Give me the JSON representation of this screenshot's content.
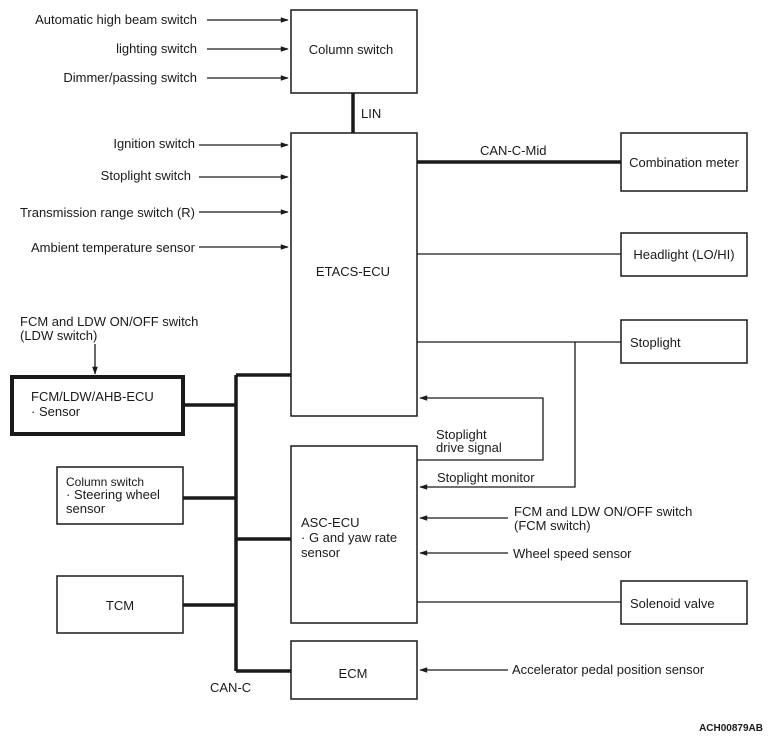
{
  "boxes": {
    "column_switch": "Column switch",
    "etacs_ecu": "ETACS-ECU",
    "combination_meter": "Combination meter",
    "headlight": "Headlight (LO/HI)",
    "stoplight": "Stoplight",
    "fcm_ecu_title": "FCM/LDW/AHB-ECU",
    "fcm_ecu_sub": "· Sensor",
    "column_switch_sws_title": "Column switch",
    "column_switch_sws_line2": "· Steering wheel",
    "column_switch_sws_line3": "sensor",
    "asc_ecu_line1": "ASC-ECU",
    "asc_ecu_line2": "· G and yaw rate",
    "asc_ecu_line3": "sensor",
    "tcm": "TCM",
    "ecm": "ECM",
    "solenoid_valve": "Solenoid valve"
  },
  "inputs": {
    "auto_high_beam": "Automatic high beam switch",
    "lighting_switch": "lighting switch",
    "dimmer_passing": "Dimmer/passing switch",
    "ignition": "Ignition switch",
    "stoplight_switch": "Stoplight switch",
    "transmission_range": "Transmission range switch (R)",
    "ambient_temp": "Ambient temperature sensor",
    "fcm_ldw_switch_line1": "FCM and LDW ON/OFF switch",
    "fcm_ldw_switch_line2": "(LDW switch)",
    "fcm_switch_line1": "FCM and LDW ON/OFF switch",
    "fcm_switch_line2": "(FCM switch)",
    "wheel_speed": "Wheel speed sensor",
    "accelerator": "Accelerator pedal position sensor"
  },
  "signals": {
    "lin": "LIN",
    "can_c_mid": "CAN-C-Mid",
    "can_c": "CAN-C",
    "stoplight_drive_line1": "Stoplight",
    "stoplight_drive_line2": "drive signal",
    "stoplight_monitor": "Stoplight monitor"
  },
  "figure_code": "ACH00879AB"
}
